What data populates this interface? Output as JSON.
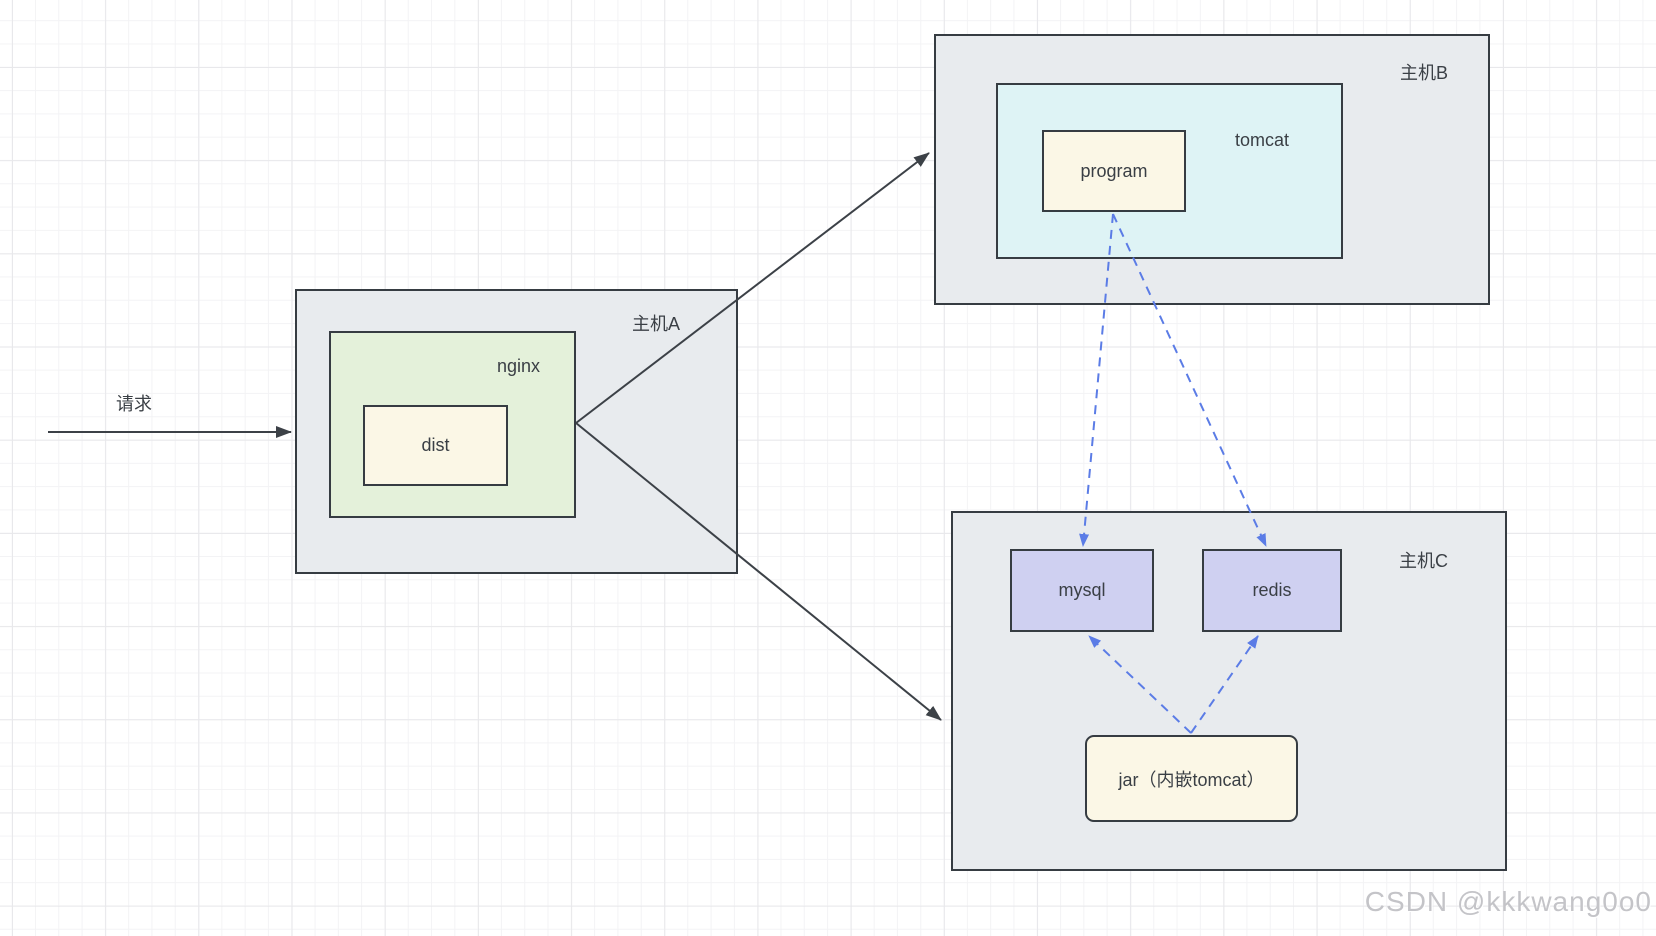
{
  "diagram": {
    "request_label": "请求",
    "host_a": {
      "title": "主机A",
      "nginx_label": "nginx",
      "dist_label": "dist"
    },
    "host_b": {
      "title": "主机B",
      "tomcat_label": "tomcat",
      "program_label": "program"
    },
    "host_c": {
      "title": "主机C",
      "mysql_label": "mysql",
      "redis_label": "redis",
      "jar_label": "jar（内嵌tomcat）"
    },
    "connections": [
      {
        "from": "请求",
        "to": "主机A",
        "style": "solid-arrow"
      },
      {
        "from": "nginx",
        "to": "主机B",
        "style": "solid-arrow"
      },
      {
        "from": "nginx",
        "to": "主机C",
        "style": "solid-arrow"
      },
      {
        "from": "program",
        "to": "mysql",
        "style": "dashed-arrow"
      },
      {
        "from": "program",
        "to": "redis",
        "style": "dashed-arrow"
      },
      {
        "from": "jar（内嵌tomcat）",
        "to": "mysql",
        "style": "dashed-arrow"
      },
      {
        "from": "jar（内嵌tomcat）",
        "to": "redis",
        "style": "dashed-arrow"
      }
    ],
    "colors": {
      "host_fill": "#e8ebee",
      "host_border": "#363c42",
      "nginx_fill": "#e4f1da",
      "tomcat_fill": "#def3f5",
      "process_fill": "#fbf7e6",
      "db_fill": "#cfd0f1",
      "solid_arrow": "#3c4147",
      "dashed_arrow": "#5b7ce6",
      "label_text": "#3a3f45",
      "watermark_text": "#c4c4c8"
    }
  },
  "watermark": {
    "text": "CSDN @kkkwang0o0"
  }
}
